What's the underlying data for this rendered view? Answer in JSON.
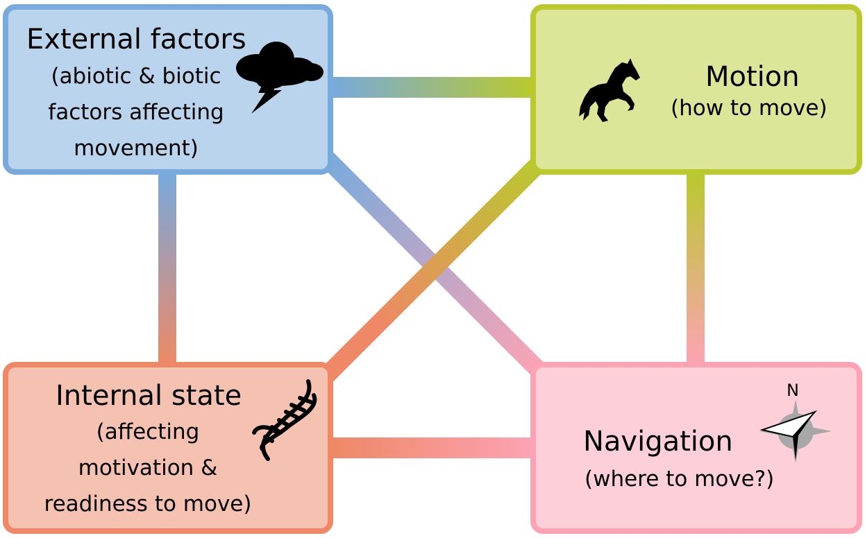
{
  "colors": {
    "external_border": "#78aadc",
    "external_fill": "#b9d4ec",
    "motion_border": "#b9c92e",
    "motion_fill": "#dde598",
    "internal_border": "#ee8866",
    "internal_fill": "#f5c2b1",
    "navigation_border": "#fda3b4",
    "navigation_fill": "#fdd0d9"
  },
  "external": {
    "title": "External factors",
    "sub_lines": [
      "(abiotic & biotic",
      "factors affecting",
      "movement)"
    ],
    "icon": "storm-cloud-icon"
  },
  "motion": {
    "title": "Motion",
    "sub": "(how to move)",
    "icon": "horse-icon"
  },
  "internal": {
    "title": "Internal state",
    "sub_lines": [
      "(affecting",
      "motivation &",
      "readiness to move)"
    ],
    "icon": "dna-icon"
  },
  "navigation": {
    "title": "Navigation",
    "sub": "(where to move?)",
    "icon": "compass-icon",
    "compass_label": "N"
  }
}
